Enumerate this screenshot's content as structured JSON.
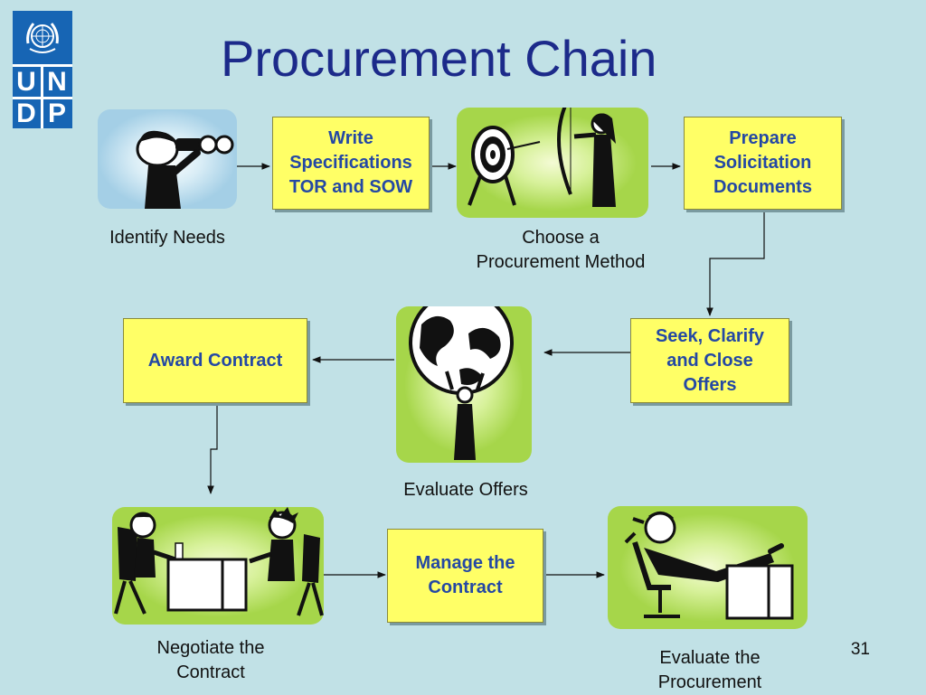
{
  "title": "Procurement Chain",
  "logo": {
    "letters": [
      "U",
      "N",
      "D",
      "P"
    ]
  },
  "steps": {
    "write_specs": "Write\nSpecifications\nTOR and SOW",
    "prepare_solicitation": "Prepare\nSolicitation\nDocuments",
    "seek_offers": "Seek, Clarify\nand Close\nOffers",
    "award_contract": "Award Contract",
    "manage_contract": "Manage the\nContract"
  },
  "captions": {
    "identify_needs": "Identify Needs",
    "choose_method": "Choose a\nProcurement Method",
    "evaluate_offers": "Evaluate Offers",
    "negotiate_contract": "Negotiate the\nContract",
    "evaluate_procurement": "Evaluate the\nProcurement"
  },
  "page_number": "31",
  "colors": {
    "background": "#c1e1e6",
    "title": "#1c2a8a",
    "box_fill": "#ffff66",
    "box_text": "#2448a4",
    "logo_blue": "#1765b4",
    "picture_green": "#a6d64a",
    "picture_blue": "#a4cfe6"
  },
  "icons": [
    "un-emblem-icon",
    "binoculars-person-icon",
    "archery-target-icon",
    "globe-holder-icon",
    "negotiation-desk-icon",
    "relaxing-person-icon"
  ]
}
